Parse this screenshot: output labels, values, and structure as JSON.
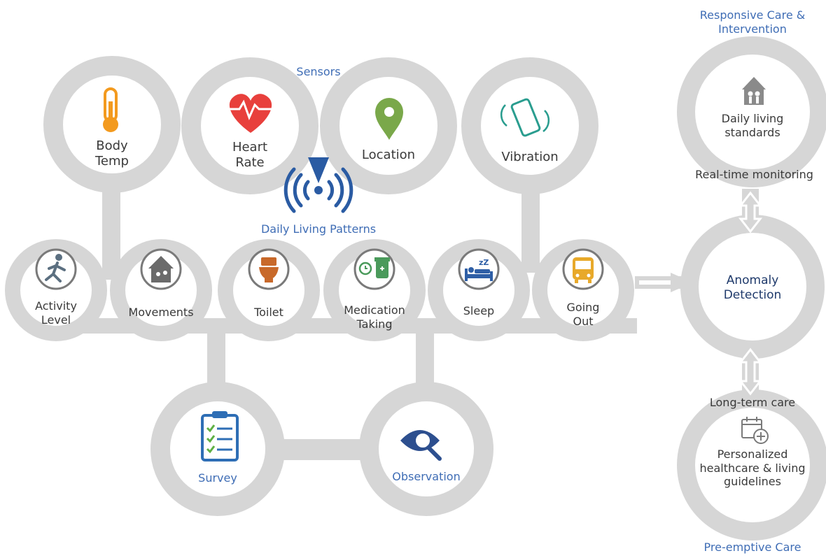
{
  "sections": {
    "sensors": "Sensors",
    "daily_living_patterns": "Daily Living Patterns",
    "responsive_care": [
      "Responsive Care &",
      "Intervention"
    ],
    "preemptive_care": "Pre-emptive Care"
  },
  "sensors": [
    {
      "label": [
        "Body",
        "Temp"
      ],
      "icon": "thermometer-icon"
    },
    {
      "label": [
        "Heart",
        "Rate"
      ],
      "icon": "heart-rate-icon"
    },
    {
      "label": [
        "Location"
      ],
      "icon": "location-pin-icon"
    },
    {
      "label": [
        "Vibration"
      ],
      "icon": "vibrating-phone-icon"
    }
  ],
  "patterns": [
    {
      "label": [
        "Activity",
        "Level"
      ],
      "icon": "runner-icon"
    },
    {
      "label": [
        "Movements"
      ],
      "icon": "home-movement-icon"
    },
    {
      "label": [
        "Toilet"
      ],
      "icon": "toilet-icon"
    },
    {
      "label": [
        "Medication",
        "Taking"
      ],
      "icon": "medication-icon"
    },
    {
      "label": [
        "Sleep"
      ],
      "icon": "bed-icon"
    },
    {
      "label": [
        "Going",
        "Out"
      ],
      "icon": "bus-icon"
    }
  ],
  "inputs": [
    {
      "label": [
        "Survey"
      ],
      "icon": "clipboard-icon"
    },
    {
      "label": [
        "Observation"
      ],
      "icon": "eye-magnifier-icon"
    }
  ],
  "outcomes": {
    "daily_standards": [
      "Daily living",
      "standards"
    ],
    "anomaly": [
      "Anomaly",
      "Detection"
    ],
    "personalized": [
      "Personalized",
      "healthcare  & living",
      "guidelines"
    ],
    "realtime": "Real-time monitoring",
    "longterm": "Long-term care"
  },
  "colors": {
    "ring": "#d6d6d6",
    "blue_text": "#3f6db5",
    "navy_text": "#1f3a6b",
    "thermometer": "#f39a1e",
    "heart": "#e8403c",
    "location": "#7aa84a",
    "vibration": "#2a9d8f",
    "toilet": "#c8692a",
    "medication": "#4a9a5b",
    "bed": "#2f5fa6",
    "bus": "#e8a92a",
    "survey": "#2e6eb5",
    "observation": "#2d4f8f",
    "wifi": "#2a5ba3"
  }
}
